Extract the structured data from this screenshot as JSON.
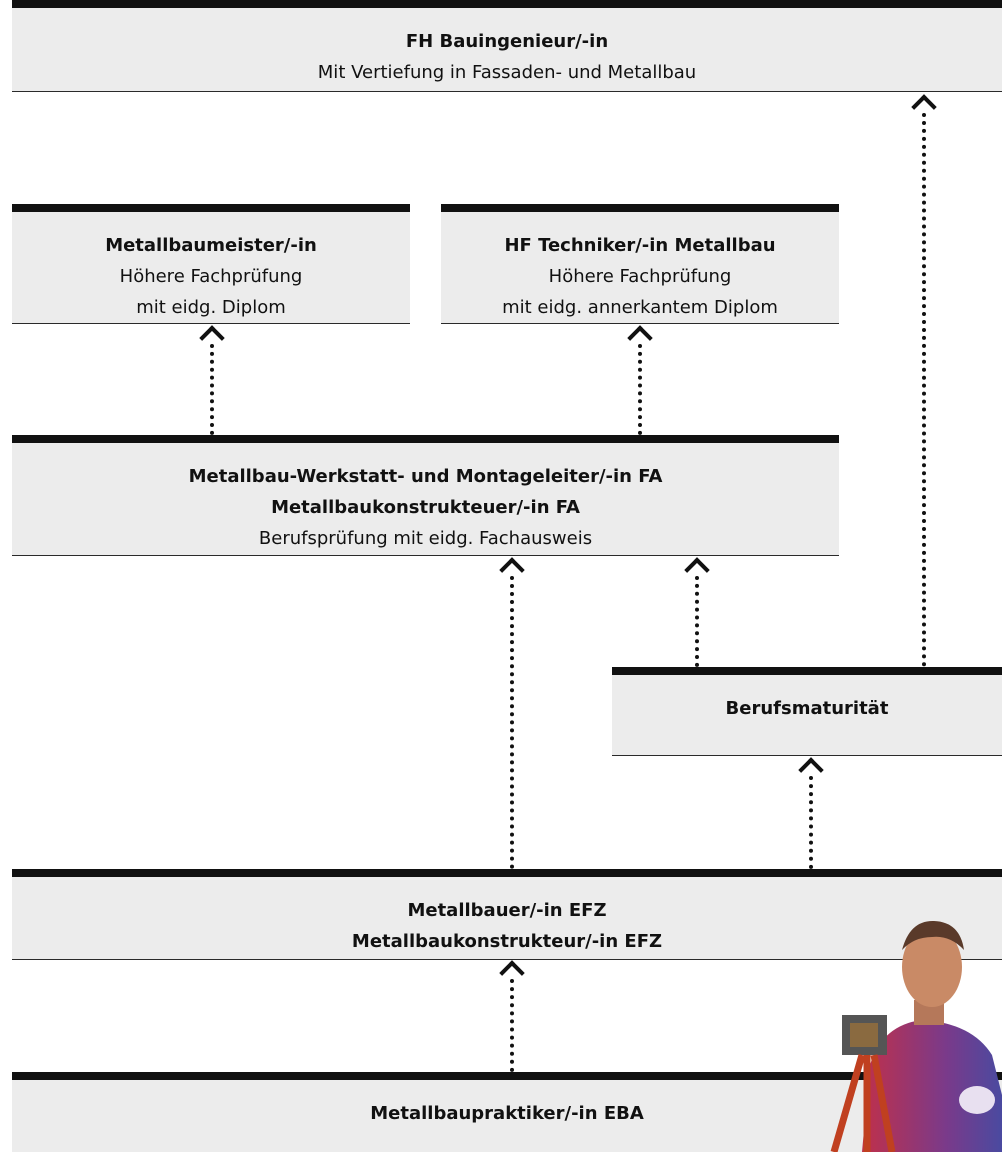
{
  "boxes": {
    "fh": {
      "title": "FH Bauingenieur/-in",
      "line1": "Mit Vertiefung in Fassaden- und Metallbau"
    },
    "meister": {
      "title": "Metallbaumeister/-in",
      "line1": "Höhere Fachprüfung",
      "line2": "mit eidg. Diplom"
    },
    "hf": {
      "title": "HF Techniker/-in Metallbau",
      "line1": "Höhere Fachprüfung",
      "line2": "mit eidg. annerkantem Diplom"
    },
    "fa": {
      "title1": "Metallbau-Werkstatt- und Montageleiter/-in FA",
      "title2": "Metallbaukonstrukteuer/-in FA",
      "line1": "Berufsprüfung mit eidg. Fachausweis"
    },
    "bm": {
      "title": "Berufsmaturität"
    },
    "efz": {
      "title1": "Metallbauer/-in EFZ",
      "title2": "Metallbaukonstrukteur/-in EFZ"
    },
    "eba": {
      "title": "Metallbaupraktiker/-in EBA"
    }
  },
  "colors": {
    "box_fill": "#ececec",
    "bar": "#111111"
  },
  "icons": {
    "arrow": "chevron-up-icon",
    "photo": "person-photo"
  }
}
